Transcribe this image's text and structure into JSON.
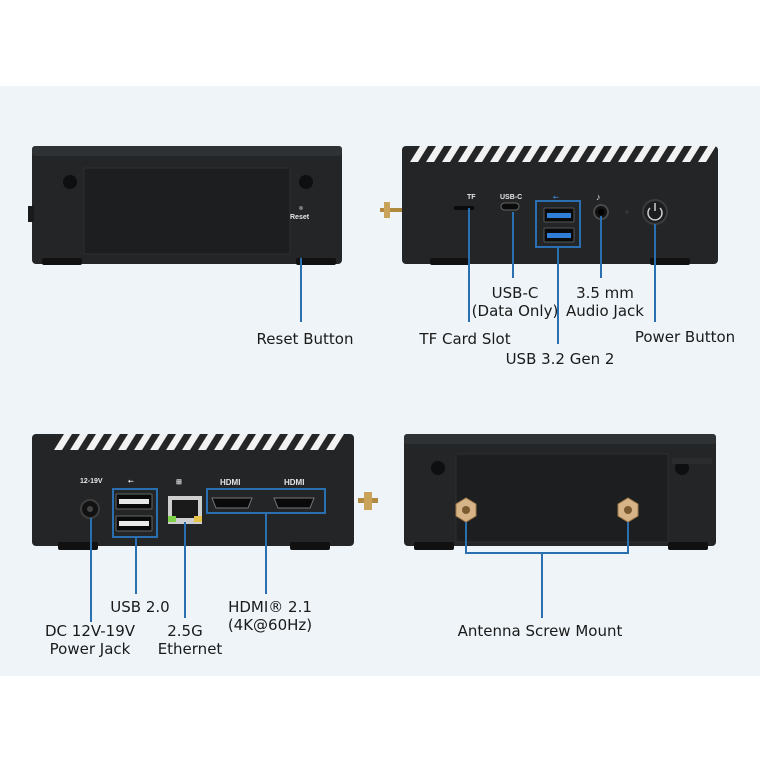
{
  "colors": {
    "background": "#eef4f8",
    "device": "#222426",
    "callout": "#2a6fb0"
  },
  "top_left": {
    "port_label_reset": "Reset",
    "callout_reset": "Reset Button"
  },
  "top_right": {
    "port_label_tf": "TF",
    "port_label_usbc": "USB-C",
    "callout_tf": "TF Card Slot",
    "callout_usbc_line1": "USB-C",
    "callout_usbc_line2": "(Data Only)",
    "callout_audio_line1": "3.5 mm",
    "callout_audio_line2": "Audio Jack",
    "callout_power": "Power Button",
    "callout_usb32": "USB 3.2 Gen 2"
  },
  "bottom_left": {
    "port_label_dc": "12-19V",
    "port_label_hdmi_1": "HDMI",
    "port_label_hdmi_2": "HDMI",
    "callout_usb20": "USB 2.0",
    "callout_dc_line1": "DC 12V-19V",
    "callout_dc_line2": "Power Jack",
    "callout_eth_line1": "2.5G",
    "callout_eth_line2": "Ethernet",
    "callout_hdmi_line1": "HDMI® 2.1",
    "callout_hdmi_line2": "(4K@60Hz)"
  },
  "bottom_right": {
    "callout_antenna": "Antenna Screw Mount"
  }
}
